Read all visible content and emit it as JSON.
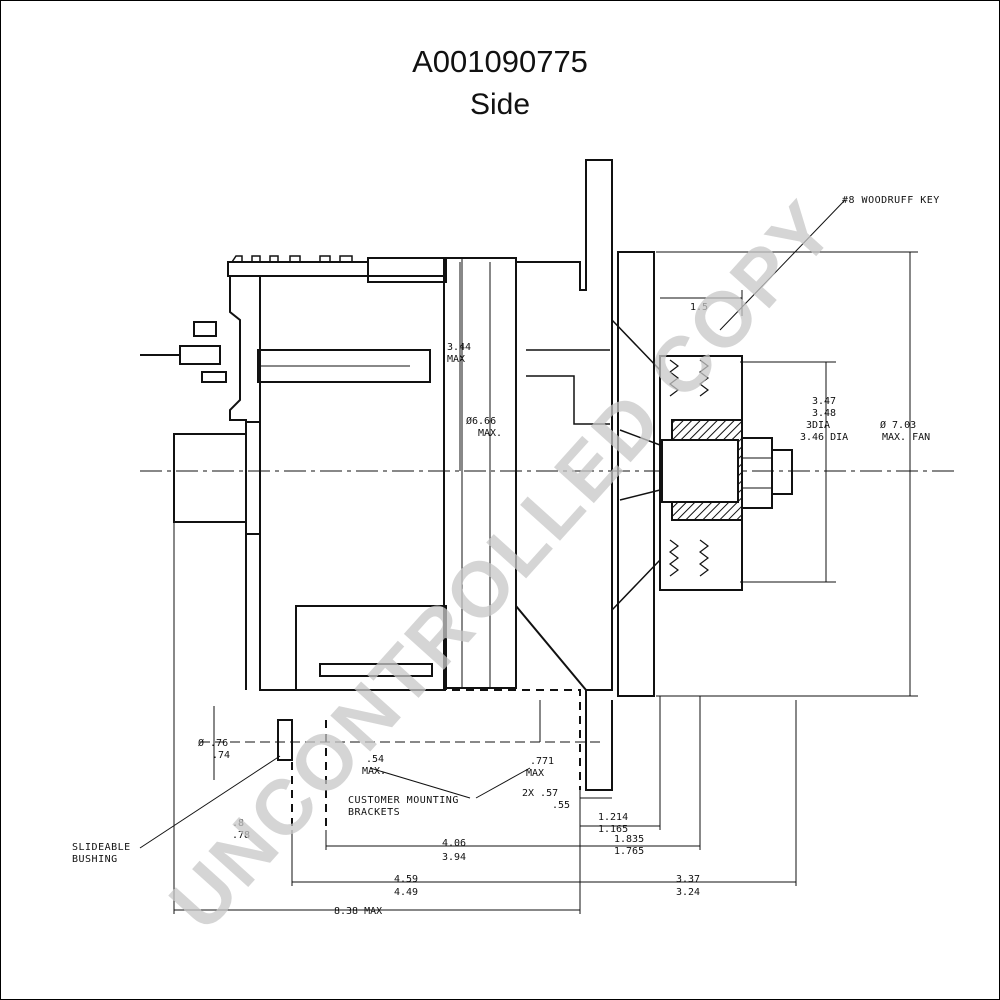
{
  "title": "A001090775",
  "subtitle": "Side",
  "watermark": "UNCONTROLLED COPY",
  "callouts": {
    "woodruff_key": "#8 WOODRUFF KEY",
    "customer_brackets_1": "CUSTOMER MOUNTING",
    "customer_brackets_2": "BRACKETS",
    "bushing_1": "SLIDEABLE",
    "bushing_2": "BUSHING"
  },
  "dimensions": {
    "d_1_5": "1.5",
    "d_3_44": "3.44",
    "d_3_44_max": "MAX",
    "d_666": "Ø6.66",
    "d_666_max": "MAX.",
    "d_347": "3.47",
    "d_348": "3.48",
    "d_3dia": "3DIA",
    "d_346dia": "3.46 DIA",
    "d_703": "Ø 7.03",
    "d_703_max": "MAX. FAN",
    "d_076": "Ø .76",
    "d_074": ".74",
    "d_54": ".54",
    "d_54_max": "MAX.",
    "d_771": ".771",
    "d_771_max": "MAX",
    "d_2x57": "2X .57",
    "d_55": ".55",
    "d_1214": "1.214",
    "d_1165": "1.165",
    "d_1835": "1.835",
    "d_1765": "1.765",
    "d_8": ".8",
    "d_78": ".78",
    "d_406": "4.06",
    "d_394": "3.94",
    "d_459": "4.59",
    "d_449": "4.49",
    "d_337": "3.37",
    "d_324": "3.24",
    "d_838": "8.38 MAX"
  },
  "colors": {
    "line": "#111111",
    "watermark": "#c8c8c8"
  }
}
